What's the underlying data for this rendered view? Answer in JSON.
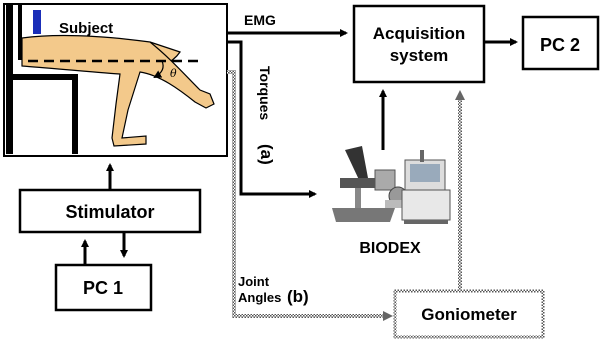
{
  "diagram": {
    "subject_label": "Subject",
    "theta_symbol": "θ",
    "emg_label": "EMG",
    "torques_label": "Torques",
    "label_a": "(a)",
    "acquisition_line1": "Acquisition",
    "acquisition_line2": "system",
    "pc2_label": "PC 2",
    "stimulator_label": "Stimulator",
    "pc1_label": "PC 1",
    "biodex_label": "BIODEX",
    "joint_label": "Joint",
    "angles_label": "Angles",
    "label_b": "(b)",
    "goniometer_label": "Goniometer"
  }
}
